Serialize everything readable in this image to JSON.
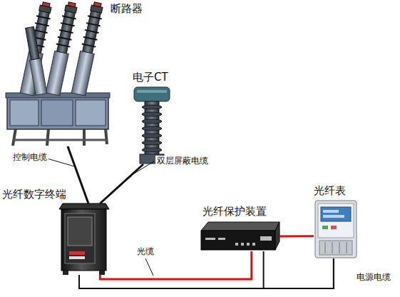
{
  "diagram": {
    "nodes": [
      {
        "text": [
          "断路器"
        ]
      },
      {
        "text": [
          "电子CT"
        ]
      },
      {
        "text": [
          "光纤数字终端"
        ]
      },
      {
        "text": [
          "光纤保护装置"
        ]
      },
      {
        "text": [
          "光纤表"
        ]
      }
    ],
    "edges": [
      {
        "from": 0,
        "to": 2,
        "arrow": "none",
        "label": "控制电缆"
      },
      {
        "from": 1,
        "to": 2,
        "arrow": "none",
        "label": "双层屏蔽电缆"
      },
      {
        "from": 2,
        "to": 3,
        "arrow": "none",
        "label": "光缆"
      },
      {
        "from": 3,
        "to": 4,
        "arrow": "none"
      },
      {
        "from": 2,
        "to": 4,
        "arrow": "none",
        "label": "电源电缆"
      },
      {
        "from": 3,
        "to": 4,
        "arrow": "none"
      }
    ]
  }
}
